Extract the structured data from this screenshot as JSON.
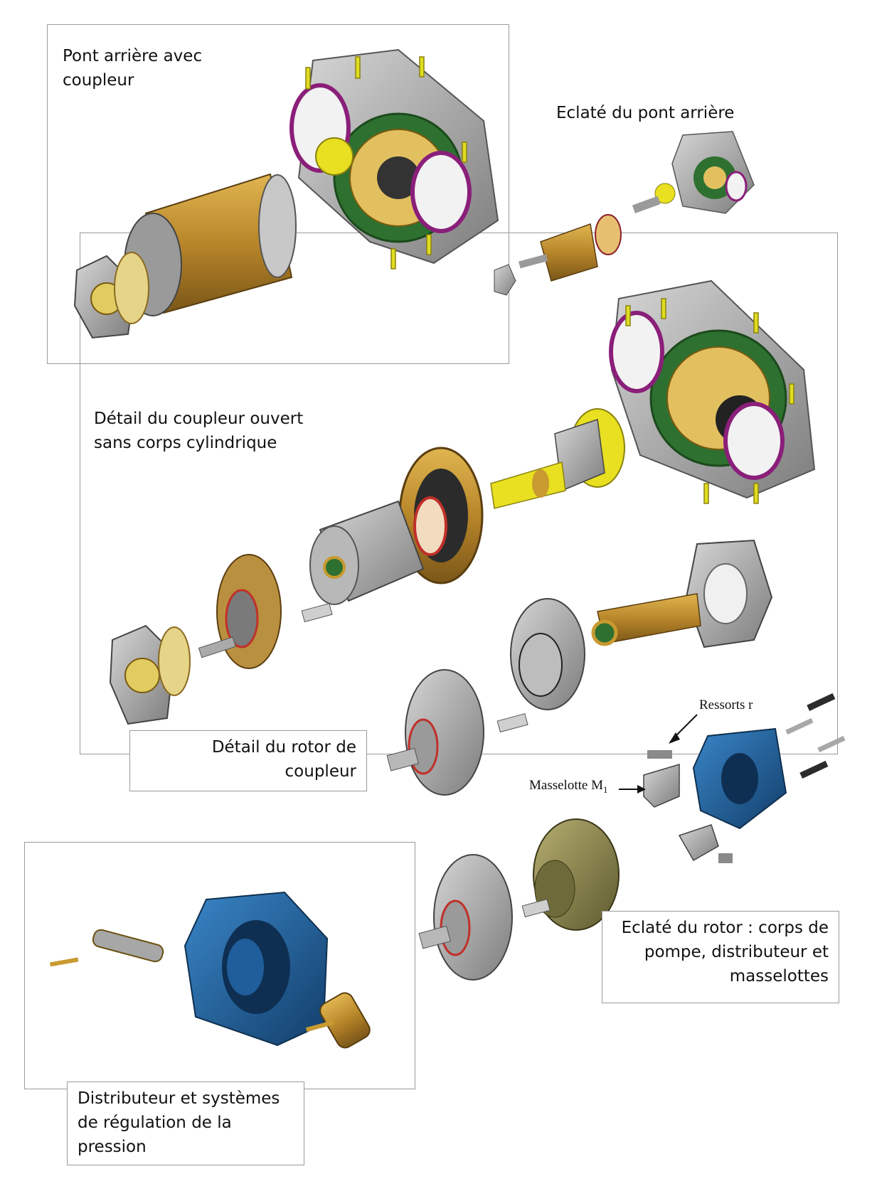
{
  "labels": {
    "pont_arriere": "Pont arrière avec\ncoupleur",
    "eclate_pont": "Eclaté du pont arrière",
    "detail_coupleur": "Détail du coupleur ouvert\nsans corps cylindrique",
    "detail_rotor": "Détail du rotor de\ncoupleur",
    "eclate_rotor": "Eclaté du rotor : corps de\npompe, distributeur et\nmasselottes",
    "distributeur": "Distributeur et systèmes\nde régulation de la\npression",
    "ressorts": "Ressorts r",
    "masselotte": "Masselotte M",
    "masselotte_sub": "1"
  },
  "colors": {
    "frame": "#9a9a9a",
    "gold": "#c89a30",
    "yellow": "#e8e020",
    "grey": "#a9a9a9",
    "darkgrey": "#6e6e6e",
    "green": "#2f6b2a",
    "purple": "#8a1f7a",
    "blue": "#1f5e9a",
    "olive": "#8a8450",
    "red": "#c0302a"
  }
}
